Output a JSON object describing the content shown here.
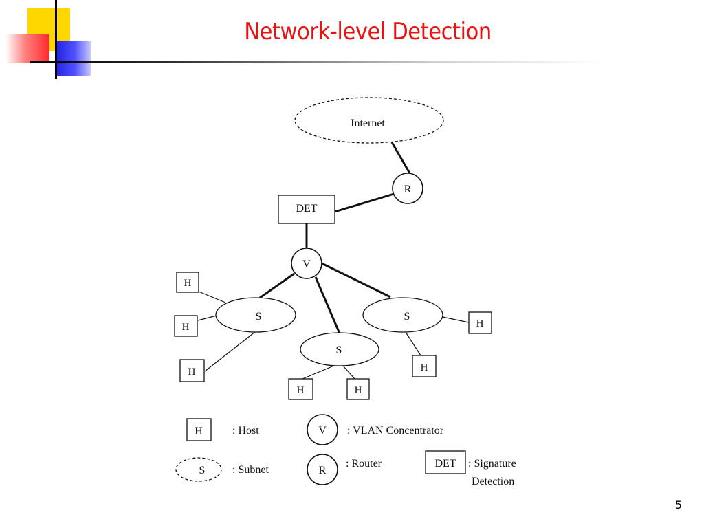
{
  "slide": {
    "title": "Network-level Detection",
    "page_number": "5"
  },
  "diagram": {
    "nodes": {
      "internet": "Internet",
      "router": "R",
      "det": "DET",
      "vlan": "V",
      "subnet_left": "S",
      "subnet_middle": "S",
      "subnet_right": "S",
      "host": "H"
    },
    "legend": {
      "host_symbol": "H",
      "host_label": ": Host",
      "vlan_symbol": "V",
      "vlan_label": ": VLAN Concentrator",
      "subnet_symbol": "S",
      "subnet_label": ": Subnet",
      "router_symbol": "R",
      "router_label": ": Router",
      "det_symbol": "DET",
      "det_label_line1": ": Signature",
      "det_label_line2": "Detection"
    }
  }
}
